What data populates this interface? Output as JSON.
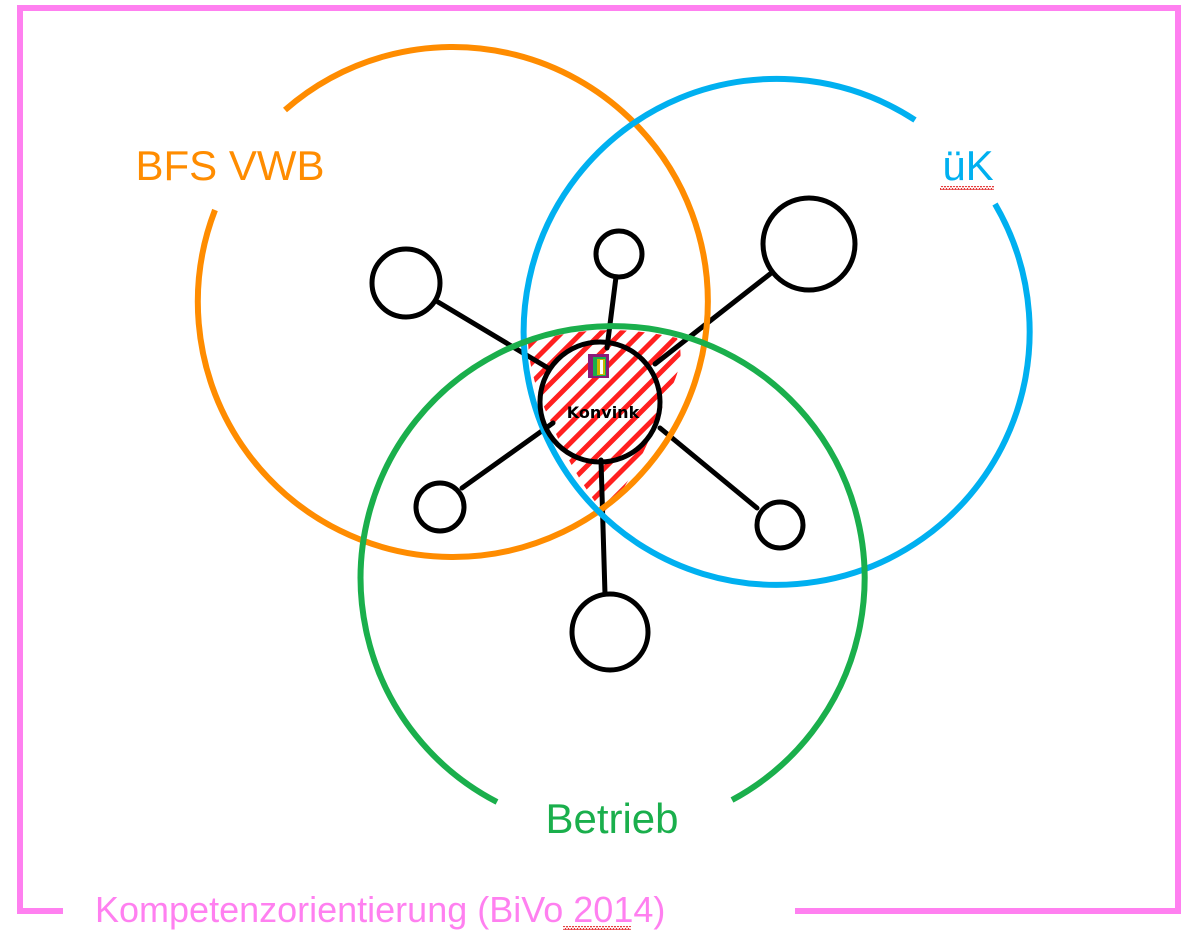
{
  "frame": {
    "caption": "Kompetenzorientierung (BiVo 2014)",
    "color": "#ff80f0"
  },
  "circles": [
    {
      "id": "bfs",
      "label": "BFS VWB",
      "color": "#ff8c00"
    },
    {
      "id": "uek",
      "label": "üK",
      "color": "#00b0f0"
    },
    {
      "id": "betrieb",
      "label": "Betrieb",
      "color": "#1aaf4c"
    }
  ],
  "center": {
    "label": "Konvink",
    "hatch_color": "#ff2020",
    "logo_colors": [
      "#8b1a7a",
      "#1aaf4c",
      "#c9b800"
    ]
  },
  "node_color": "#000000",
  "spellcheck_color": "#e02020"
}
